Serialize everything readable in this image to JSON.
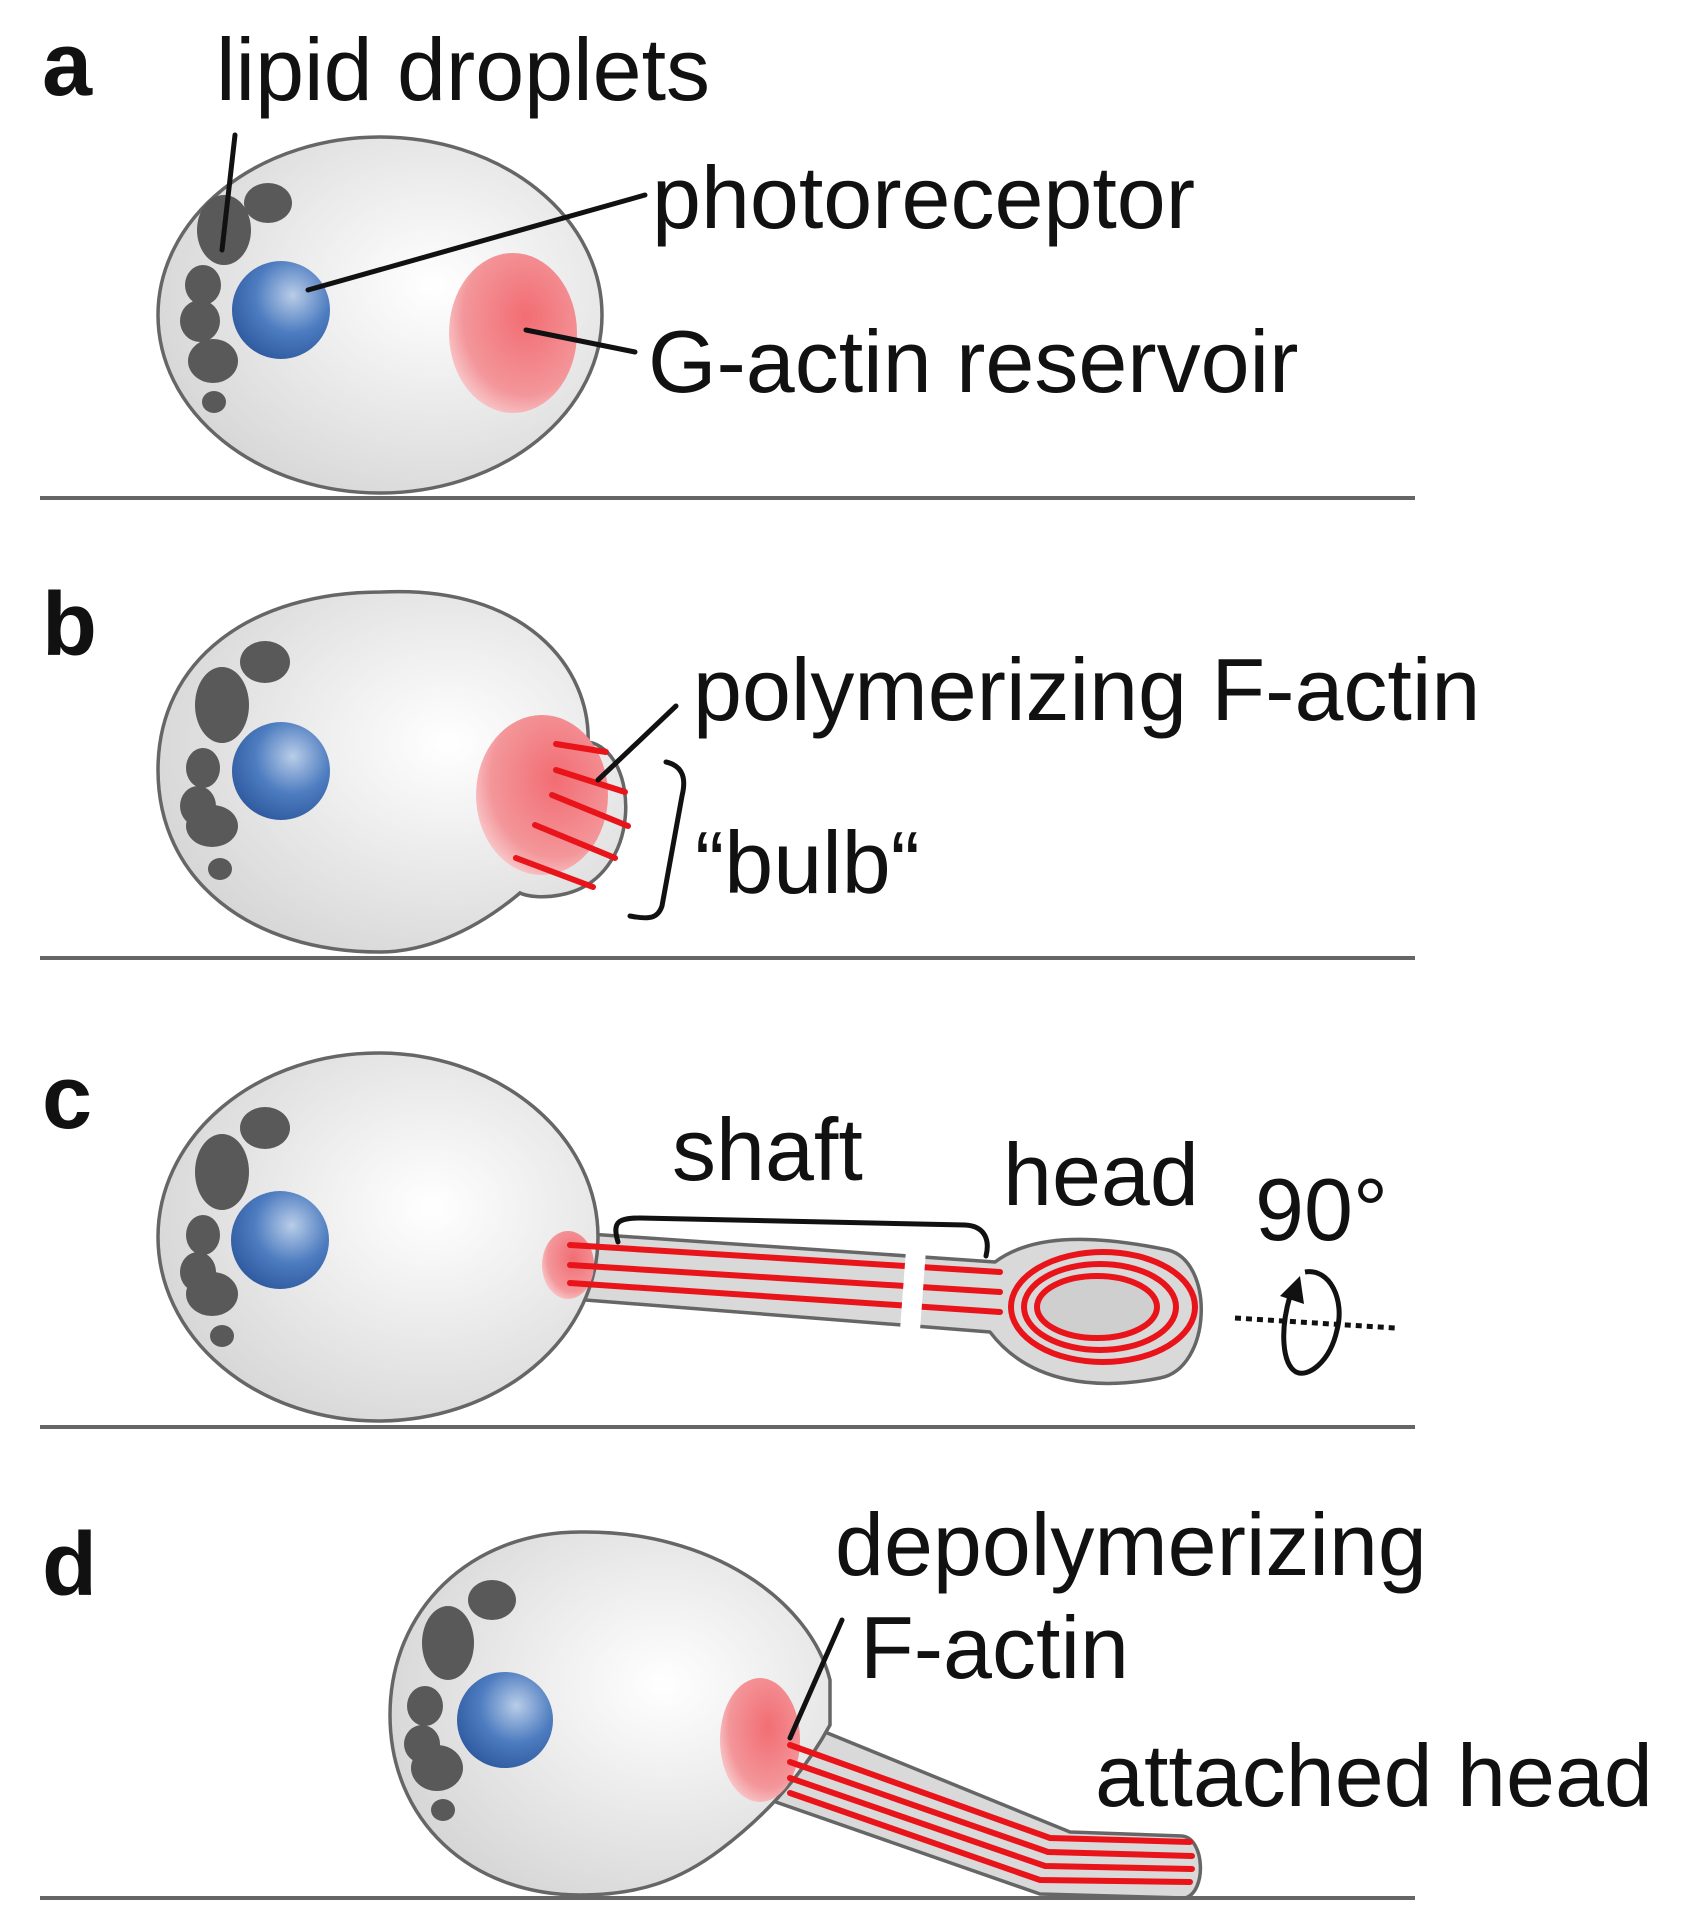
{
  "colors": {
    "cell_fill": "#e4e4e4",
    "lipid": "#595959",
    "photoreceptor": "#3f6eb5",
    "g_actin_reservoir": "#f08a8e",
    "f_actin": "#e8141a",
    "outline": "#666666"
  },
  "panels": {
    "a": {
      "letter": "a",
      "labels": {
        "lipid_droplets": "lipid droplets",
        "photoreceptor": "photoreceptor",
        "g_actin_reservoir": "G-actin reservoir"
      }
    },
    "b": {
      "letter": "b",
      "labels": {
        "polymerizing_f_actin": "polymerizing F-actin",
        "bulb": "“bulb“"
      }
    },
    "c": {
      "letter": "c",
      "labels": {
        "shaft": "shaft",
        "head": "head",
        "rotation": "90°"
      }
    },
    "d": {
      "letter": "d",
      "labels": {
        "depolymerizing_line1": "depolymerizing",
        "depolymerizing_line2": "F-actin",
        "attached_head": "attached head"
      }
    }
  }
}
